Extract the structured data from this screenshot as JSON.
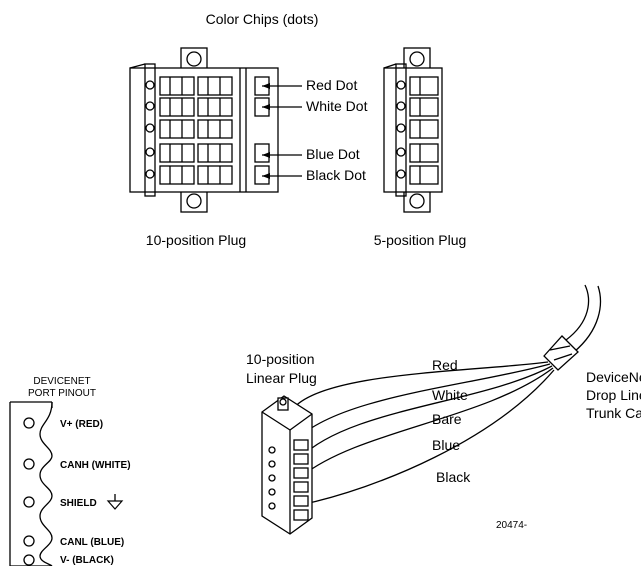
{
  "top": {
    "color_chips_caption": "Color Chips (dots)",
    "dot_labels": [
      "Red Dot",
      "White Dot",
      "Blue Dot",
      "Black Dot"
    ],
    "plug10_caption": "10-position Plug",
    "plug5_caption": "5-position Plug"
  },
  "pinout": {
    "title_line1": "DEVICENET",
    "title_line2": "PORT PINOUT",
    "pins": [
      "V+ (RED)",
      "CANH (WHITE)",
      "SHIELD",
      "CANL (BLUE)",
      "V- (BLACK)"
    ]
  },
  "linear": {
    "caption_line1": "10-position",
    "caption_line2": "Linear Plug",
    "wires": [
      "Red",
      "White",
      "Bare",
      "Blue",
      "Black"
    ],
    "cable_line1": "DeviceNet",
    "cable_line2": "Drop Line or",
    "cable_line3": "Trunk Cable",
    "figure_id": "20474-"
  }
}
